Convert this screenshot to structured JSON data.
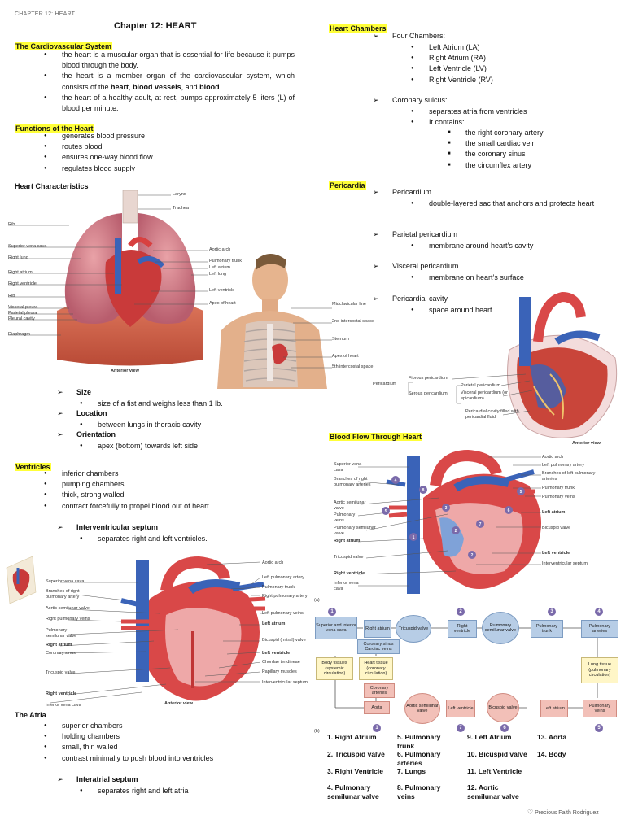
{
  "header": {
    "chapter": "CHAPTER 12: HEART"
  },
  "title": "Chapter 12: HEART",
  "cardio": {
    "heading": "The Cardiovascular System",
    "p1": "the heart is a muscular organ that is essential for life because it pumps blood through the body.",
    "p2a": "the heart is a member organ of the cardiovascular system, which consists of the ",
    "p2b": "heart",
    "p2c": ", ",
    "p2d": "blood vessels",
    "p2e": ", and ",
    "p2f": "blood",
    "p2g": ".",
    "p3": "the heart of a healthy adult, at rest, pumps approximately 5 liters (L) of blood per minute."
  },
  "functions": {
    "heading": "Functions of the Heart",
    "items": [
      "generates blood pressure",
      "routes blood",
      "ensures one-way blood flow",
      "regulates blood supply"
    ]
  },
  "characteristics": {
    "heading": "Heart Characteristics",
    "size_h": "Size",
    "size": "size of a fist and weighs less than 1 lb.",
    "loc_h": "Location",
    "loc": "between lungs in thoracic cavity",
    "ori_h": "Orientation",
    "ori": "apex (bottom) towards left side"
  },
  "fig1": {
    "larynx": "Larynx",
    "trachea": "Trachea",
    "rib": "Rib",
    "svc": "Superior vena cava",
    "rlung": "Right lung",
    "ratrium": "Right atrium",
    "rvent": "Right ventricle",
    "rib2": "Rib",
    "visceral": "Visceral pleura",
    "parietal": "Parietal pleura",
    "pleural": "Pleural cavity",
    "diaphragm": "Diaphragm",
    "aortic": "Aortic arch",
    "ptrunk": "Pulmonary trunk",
    "latrium": "Left atrium",
    "llung": "Left lung",
    "lvent": "Left ventricle",
    "apex": "Apex of heart",
    "view": "Anterior view"
  },
  "fig2": {
    "mid": "Midclavicular line",
    "ic2": "2nd intercostal space",
    "sternum": "Sternum",
    "apex": "Apex of heart",
    "ic5": "5th intercostal space"
  },
  "ventricles": {
    "heading": "Ventricles",
    "items": [
      "inferior chambers",
      "pumping chambers",
      "thick, strong walled",
      "contract forcefully to propel blood out of heart"
    ],
    "sept_h": "Interventricular septum",
    "sept": "separates right and left ventricles."
  },
  "fig3": {
    "svc": "Superior vena cava",
    "branches": "Branches of right pulmonary artery",
    "asv": "Aortic semilunar valve",
    "rpv": "Right pulmonary veins",
    "psv": "Pulmonary semilunar valve",
    "ra": "Right atrium",
    "cs": "Coronary sinus",
    "tv": "Tricuspid valve",
    "rv": "Right ventricle",
    "ivc": "Inferior vena cava",
    "aa": "Aortic arch",
    "lpa": "Left pulmonary artery",
    "pt": "Pulmonary trunk",
    "rpa": "Right pulmonary artery",
    "lpv": "Left pulmonary veins",
    "la": "Left atrium",
    "bv": "Bicuspid (mitral) valve",
    "lv": "Left ventricle",
    "ct": "Chordae tendineae",
    "pm": "Papillary muscles",
    "is": "Interventricular septum",
    "view": "Anterior view"
  },
  "atria": {
    "heading": "The Atria",
    "items": [
      "superior chambers",
      "holding chambers",
      "small, thin walled",
      "contrast minimally to push blood into ventricles"
    ],
    "sept_h": "Interatrial septum",
    "sept": "separates right and left atria"
  },
  "chambers": {
    "heading": "Heart Chambers",
    "four_h": "Four Chambers:",
    "four": [
      "Left Atrium (LA)",
      "Right Atrium (RA)",
      "Left Ventricle (LV)",
      "Right Ventricle (RV)"
    ],
    "sulcus_h": "Coronary sulcus:",
    "sulcus1": "separates atria from ventricles",
    "sulcus2": "It contains:",
    "contains": [
      "the right coronary artery",
      "the small cardiac vein",
      "the coronary sinus",
      "the circumflex artery"
    ]
  },
  "pericardia": {
    "heading": "Pericardia",
    "peri_h": "Pericardium",
    "peri": "double-layered sac that anchors and protects heart",
    "par_h": "Parietal pericardium",
    "par": "membrane around heart’s cavity",
    "visc_h": "Visceral pericardium",
    "visc": "membrane on heart’s surface",
    "cav_h": "Pericardial cavity",
    "cav": "space around heart"
  },
  "fig4": {
    "fibrous": "Fibrous pericardium",
    "pericardium": "Pericardium",
    "serous": "Serous pericardium",
    "parietal": "Parietal pericardium",
    "visceral": "Visceral pericardium (or epicardium)",
    "cavity": "Pericardial cavity filled with pericardial fluid",
    "view": "Anterior view"
  },
  "bloodflow": {
    "heading": "Blood Flow Through Heart",
    "fig": {
      "svc": "Superior vena cava",
      "branches": "Branches of right pulmonary arteries",
      "asv": "Aortic semilunar valve",
      "pv": "Pulmonary veins",
      "psv": "Pulmonary semilunar valve",
      "ra": "Right atrium",
      "tv": "Tricuspid valve",
      "rv": "Right ventricle",
      "ivc": "Inferior vena cava",
      "aa": "Aortic arch",
      "lpa": "Left pulmonary artery",
      "bl": "Branches of left pulmonary arteries",
      "pt": "Pulmonary trunk",
      "lpv": "Pulmonary veins",
      "la": "Left atrium",
      "bv": "Bicuspid valve",
      "lv": "Left ventricle",
      "is": "Interventricular septum",
      "a": "(a)"
    },
    "boxes": {
      "svcivc": "Superior and inferior vena cava",
      "ratrium": "Right atrium",
      "tricuspid": "Tricuspid valve",
      "rvent": "Right ventricle",
      "psv": "Pulmonary semilunar valve",
      "ptrunk": "Pulmonary trunk",
      "parteries": "Pulmonary arteries",
      "coronary": "Coronary sinus Cardiac veins",
      "body": "Body tissues (systemic circulation)",
      "hearttissue": "Heart tissue (coronary circulation)",
      "lung": "Lung tissue (pulmonary circulation)",
      "carteries": "Coronary arteries",
      "aorta": "Aorta",
      "asv": "Aortic semilunar valve",
      "lvent": "Left ventricle",
      "bicuspid": "Bicuspid valve",
      "latrium": "Left atrium",
      "pveins": "Pulmonary veins",
      "b": "(b)"
    },
    "nums": [
      "1",
      "2",
      "3",
      "4",
      "5",
      "6",
      "7"
    ],
    "legend": [
      [
        "1. Right Atrium",
        "5. Pulmonary trunk",
        "9. Left Atrium",
        "13. Aorta"
      ],
      [
        "2. Tricuspid valve",
        "6. Pulmonary arteries",
        "10. Bicuspid valve",
        "14. Body"
      ],
      [
        "3. Right Ventricle",
        "7. Lungs",
        "11. Left Ventricle",
        ""
      ],
      [
        "4. Pulmonary semilunar valve",
        "8. Pulmonary veins",
        "12. Aortic semilunar valve",
        ""
      ]
    ]
  },
  "footer": {
    "author": "Precious Faith Rodriguez"
  }
}
